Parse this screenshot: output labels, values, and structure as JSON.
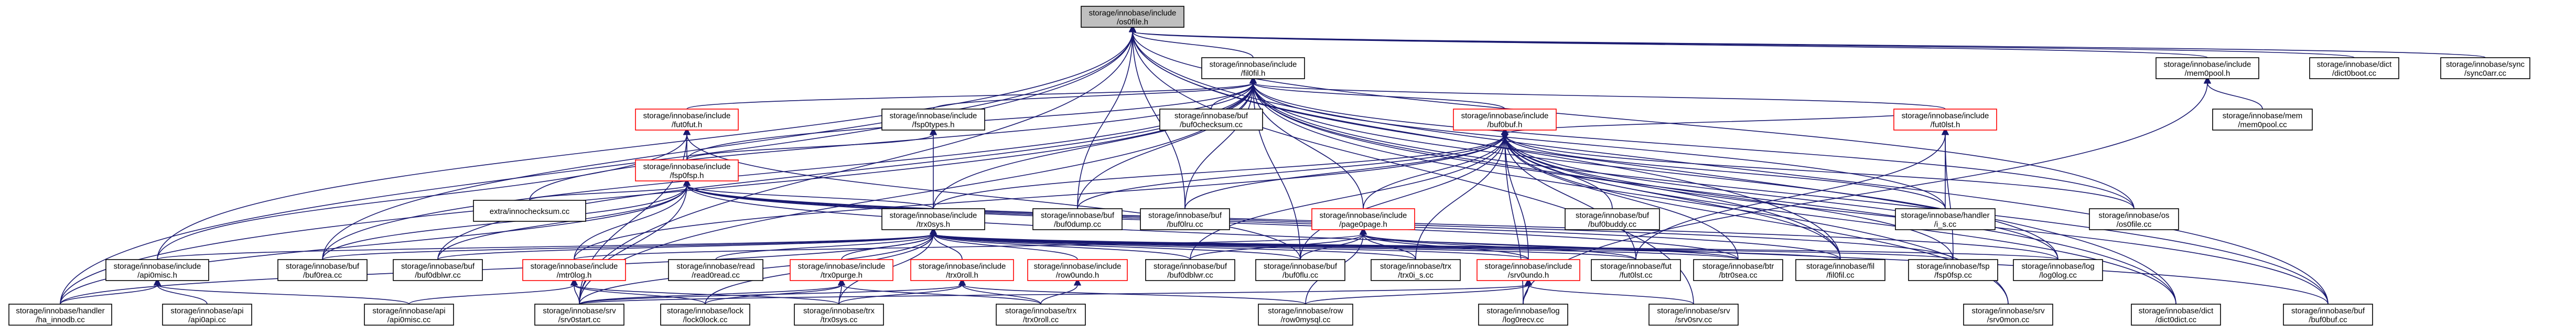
{
  "graph": {
    "nodes": [
      {
        "id": "os0file_h",
        "lines": [
          "storage/innobase/include",
          "/os0file.h"
        ],
        "style": "root"
      },
      {
        "id": "fil0fil_h",
        "lines": [
          "storage/innobase/include",
          "/fil0fil.h"
        ],
        "style": "normal"
      },
      {
        "id": "mem0pool_h",
        "lines": [
          "storage/innobase/include",
          "/mem0pool.h"
        ],
        "style": "normal"
      },
      {
        "id": "dict0boot_cc",
        "lines": [
          "storage/innobase/dict",
          "/dict0boot.cc"
        ],
        "style": "normal"
      },
      {
        "id": "sync0arr_cc",
        "lines": [
          "storage/innobase/sync",
          "/sync0arr.cc"
        ],
        "style": "normal"
      },
      {
        "id": "mem0pool_cc",
        "lines": [
          "storage/innobase/mem",
          "/mem0pool.cc"
        ],
        "style": "normal"
      },
      {
        "id": "fut0fut_h",
        "lines": [
          "storage/innobase/include",
          "/fut0fut.h"
        ],
        "style": "red"
      },
      {
        "id": "fsp0types_h",
        "lines": [
          "storage/innobase/include",
          "/fsp0types.h"
        ],
        "style": "normal"
      },
      {
        "id": "buf0checksum_cc",
        "lines": [
          "storage/innobase/buf",
          "/buf0checksum.cc"
        ],
        "style": "normal"
      },
      {
        "id": "buf0buf_h",
        "lines": [
          "storage/innobase/include",
          "/buf0buf.h"
        ],
        "style": "red"
      },
      {
        "id": "fut0lst_h",
        "lines": [
          "storage/innobase/include",
          "/fut0lst.h"
        ],
        "style": "red"
      },
      {
        "id": "fsp0fsp_h",
        "lines": [
          "storage/innobase/include",
          "/fsp0fsp.h"
        ],
        "style": "red"
      },
      {
        "id": "innochecksum_cc",
        "lines": [
          "extra/innochecksum.cc"
        ],
        "style": "normal"
      },
      {
        "id": "trx0sys_h",
        "lines": [
          "storage/innobase/include",
          "/trx0sys.h"
        ],
        "style": "normal"
      },
      {
        "id": "buf0dump_cc",
        "lines": [
          "storage/innobase/buf",
          "/buf0dump.cc"
        ],
        "style": "normal"
      },
      {
        "id": "buf0lru_cc",
        "lines": [
          "storage/innobase/buf",
          "/buf0lru.cc"
        ],
        "style": "normal"
      },
      {
        "id": "page0page_h",
        "lines": [
          "storage/innobase/include",
          "/page0page.h"
        ],
        "style": "red"
      },
      {
        "id": "buf0buddy_cc",
        "lines": [
          "storage/innobase/buf",
          "/buf0buddy.cc"
        ],
        "style": "normal"
      },
      {
        "id": "handler_i_s_cc",
        "lines": [
          "storage/innobase/handler",
          "/i_s.cc"
        ],
        "style": "normal"
      },
      {
        "id": "os0file_cc",
        "lines": [
          "storage/innobase/os",
          "/os0file.cc"
        ],
        "style": "normal"
      },
      {
        "id": "api0misc_h",
        "lines": [
          "storage/innobase/include",
          "/api0misc.h"
        ],
        "style": "normal"
      },
      {
        "id": "buf0rea_cc",
        "lines": [
          "storage/innobase/buf",
          "/buf0rea.cc"
        ],
        "style": "normal"
      },
      {
        "id": "buf0dblwr_cc1",
        "lines": [
          "storage/innobase/buf",
          "/buf0dblwr.cc"
        ],
        "style": "normal"
      },
      {
        "id": "mtr0log_h",
        "lines": [
          "storage/innobase/include",
          "/mtr0log.h"
        ],
        "style": "red"
      },
      {
        "id": "read_read0read_cc",
        "lines": [
          "storage/innobase/read",
          "/read0read.cc"
        ],
        "style": "normal"
      },
      {
        "id": "trx0purge_h",
        "lines": [
          "storage/innobase/include",
          "/trx0purge.h"
        ],
        "style": "red"
      },
      {
        "id": "trx0roll_h",
        "lines": [
          "storage/innobase/include",
          "/trx0roll.h"
        ],
        "style": "red"
      },
      {
        "id": "row0undo_h",
        "lines": [
          "storage/innobase/include",
          "/row0undo.h"
        ],
        "style": "red"
      },
      {
        "id": "buf0dblwr_cc2",
        "lines": [
          "storage/innobase/buf",
          "/buf0dblwr.cc"
        ],
        "style": "normal"
      },
      {
        "id": "buf0flu_cc",
        "lines": [
          "storage/innobase/buf",
          "/buf0flu.cc"
        ],
        "style": "normal"
      },
      {
        "id": "trx0rseg_cc",
        "lines": [
          "storage/innobase/trx",
          "/trx0i_s.cc"
        ],
        "style": "normal"
      },
      {
        "id": "srv0undo_h",
        "lines": [
          "storage/innobase/include",
          "/srv0undo.h"
        ],
        "style": "red"
      },
      {
        "id": "fut0lst_cc",
        "lines": [
          "storage/innobase/fut",
          "/fut0lst.cc"
        ],
        "style": "normal"
      },
      {
        "id": "btr0sea_cc",
        "lines": [
          "storage/innobase/btr",
          "/btr0sea.cc"
        ],
        "style": "normal"
      },
      {
        "id": "fil0fil_cc",
        "lines": [
          "storage/innobase/fil",
          "/fil0fil.cc"
        ],
        "style": "normal"
      },
      {
        "id": "fsp0fsp_cc",
        "lines": [
          "storage/innobase/fsp",
          "/fsp0fsp.cc"
        ],
        "style": "normal"
      },
      {
        "id": "log0log_cc",
        "lines": [
          "storage/innobase/log",
          "/log0log.cc"
        ],
        "style": "normal"
      },
      {
        "id": "ha_innodb_cc",
        "lines": [
          "storage/innobase/handler",
          "/ha_innodb.cc"
        ],
        "style": "normal"
      },
      {
        "id": "api0api_cc",
        "lines": [
          "storage/innobase/api",
          "/api0api.cc"
        ],
        "style": "normal"
      },
      {
        "id": "api0misc_cc",
        "lines": [
          "storage/innobase/api",
          "/api0misc.cc"
        ],
        "style": "normal"
      },
      {
        "id": "srv0start_cc",
        "lines": [
          "storage/innobase/srv",
          "/srv0start.cc"
        ],
        "style": "normal"
      },
      {
        "id": "lock0lock_cc",
        "lines": [
          "storage/innobase/lock",
          "/lock0lock.cc"
        ],
        "style": "normal"
      },
      {
        "id": "trx0sys_cc",
        "lines": [
          "storage/innobase/trx",
          "/trx0sys.cc"
        ],
        "style": "normal"
      },
      {
        "id": "trx0roll_cc",
        "lines": [
          "storage/innobase/trx",
          "/trx0roll.cc"
        ],
        "style": "normal"
      },
      {
        "id": "row0mysql_cc",
        "lines": [
          "storage/innobase/row",
          "/row0mysql.cc"
        ],
        "style": "normal"
      },
      {
        "id": "log0recv_cc",
        "lines": [
          "storage/innobase/log",
          "/log0recv.cc"
        ],
        "style": "normal"
      },
      {
        "id": "srv0srv_cc",
        "lines": [
          "storage/innobase/srv",
          "/srv0srv.cc"
        ],
        "style": "normal"
      },
      {
        "id": "srv0mon_cc",
        "lines": [
          "storage/innobase/srv",
          "/srv0mon.cc"
        ],
        "style": "normal"
      },
      {
        "id": "dict0dict_cc",
        "lines": [
          "storage/innobase/dict",
          "/dict0dict.cc"
        ],
        "style": "normal"
      },
      {
        "id": "buf0buf_cc",
        "lines": [
          "storage/innobase/buf",
          "/buf0buf.cc"
        ],
        "style": "normal"
      }
    ]
  }
}
